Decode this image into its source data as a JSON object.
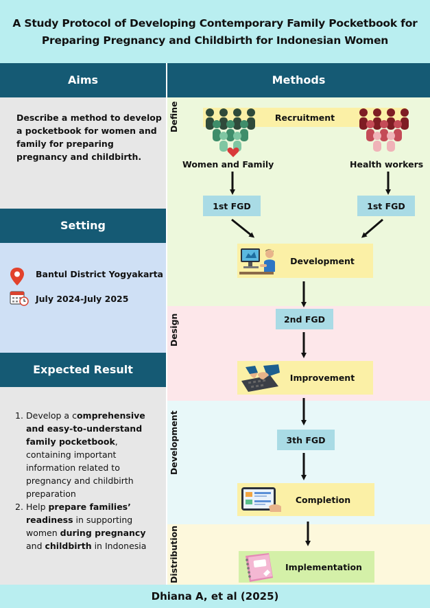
{
  "title": {
    "line1": "A Study Protocol of Developing Contemporary Family Pocketbook for",
    "line2": "Preparing Pregnancy and Childbirth for Indonesian Women"
  },
  "aims": {
    "header": "Aims",
    "lines": [
      "Describe a method to develop",
      "a pocketbook for women and",
      "family for preparing",
      "pregnancy and childbirth."
    ]
  },
  "setting": {
    "header": "Setting",
    "location": "Bantul District Yogyakarta",
    "period": "July 2024-July 2025"
  },
  "expected": {
    "header": "Expected Result",
    "item1": {
      "num": "1.",
      "lines": [
        [
          {
            "t": "Develop a c",
            "b": false
          },
          {
            "t": "omprehensive",
            "b": true
          }
        ],
        [
          {
            "t": "and easy-to-understand",
            "b": true
          }
        ],
        [
          {
            "t": "family pocketbook",
            "b": true
          },
          {
            "t": ",",
            "b": false
          }
        ],
        [
          {
            "t": "containing important",
            "b": false
          }
        ],
        [
          {
            "t": "information related to",
            "b": false
          }
        ],
        [
          {
            "t": "pregnancy and childbirth",
            "b": false
          }
        ],
        [
          {
            "t": "preparation",
            "b": false
          }
        ]
      ]
    },
    "item2": {
      "num": "2.",
      "lines": [
        [
          {
            "t": "Help ",
            "b": false
          },
          {
            "t": "prepare families’",
            "b": true
          }
        ],
        [
          {
            "t": "readiness",
            "b": true
          },
          {
            "t": " in supporting",
            "b": false
          }
        ],
        [
          {
            "t": "women ",
            "b": false
          },
          {
            "t": "during pregnancy",
            "b": true
          }
        ],
        [
          {
            "t": "and ",
            "b": false
          },
          {
            "t": "childbirth",
            "b": true
          },
          {
            "t": " in Indonesia",
            "b": false
          }
        ]
      ]
    }
  },
  "methods": {
    "header": "Methods",
    "phases": {
      "define": "Define",
      "design": "Design",
      "development": "Development",
      "distribution": "Distribution"
    },
    "recruitment": "Recruitment",
    "women_family": "Women and Family",
    "health_workers": "Health workers",
    "fgd1_left": "1st FGD",
    "fgd1_right": "1st FGD",
    "development_step": "Development",
    "fgd2": "2nd FGD",
    "improvement": "Improvement",
    "fgd3": "3th FGD",
    "completion": "Completion",
    "implementation": "Implementation"
  },
  "footer": "Dhiana A, et al (2025)",
  "colors": {
    "header_bg": "#155a74",
    "title_bg": "#b9eef0",
    "define_bg": "#edf8dc",
    "design_bg": "#fde7ea",
    "development_bg": "#e8f8f9",
    "distribution_bg": "#fdf8dc",
    "fgd_box": "#a9dbe5",
    "step_box": "#fbf0a6"
  },
  "icons": [
    "people-group-icon",
    "heart-icon",
    "health-workers-group-icon",
    "person-at-computer-icon",
    "typing-hands-icon",
    "tablet-icon",
    "notebook-icon",
    "location-pin-icon",
    "calendar-icon"
  ]
}
